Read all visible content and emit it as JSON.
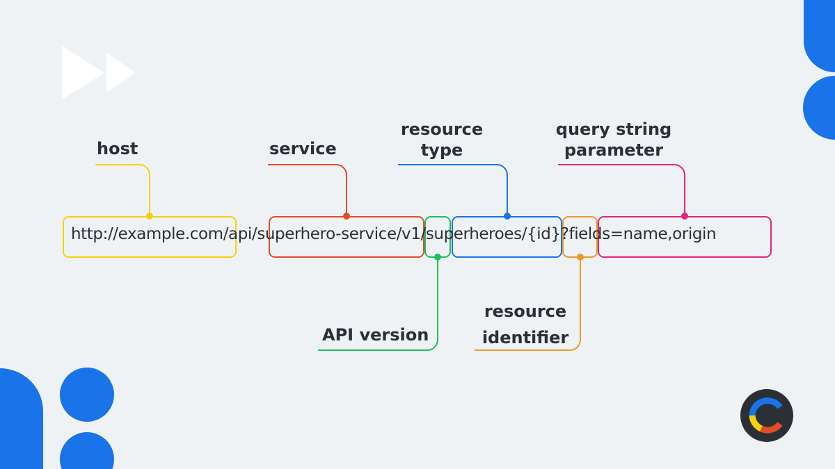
{
  "url": {
    "full_text": "http://example.com/api/superhero-service/v1/superheroes/{id}?fields=name,origin"
  },
  "parts": [
    {
      "label": "host",
      "segment": "http://example.com",
      "color": "#f5d10f"
    },
    {
      "label": "service",
      "segment": "/superhero-service",
      "color": "#e04e26"
    },
    {
      "label": "API version",
      "segment": "/v1",
      "color": "#1fbf5c"
    },
    {
      "label": "resource type",
      "segment": "/superheroes",
      "color": "#1a73e8"
    },
    {
      "label": "resource identifier",
      "segment": "/{id}",
      "color": "#e89a2c"
    },
    {
      "label": "query string parameter",
      "segment": "?fields=name,origin",
      "color": "#e0267a"
    }
  ],
  "labels": {
    "host": "host",
    "service": "service",
    "resource_type_line1": "resource",
    "resource_type_line2": "type",
    "query_line1": "query string",
    "query_line2": "parameter",
    "api_version": "API version",
    "resource_identifier_line1": "resource",
    "resource_identifier_line2": "identifier"
  },
  "decor": {
    "fast_forward_icon": "fast-forward-icon",
    "logo_icon": "c-logo-icon",
    "accent_color": "#1a73e8"
  }
}
